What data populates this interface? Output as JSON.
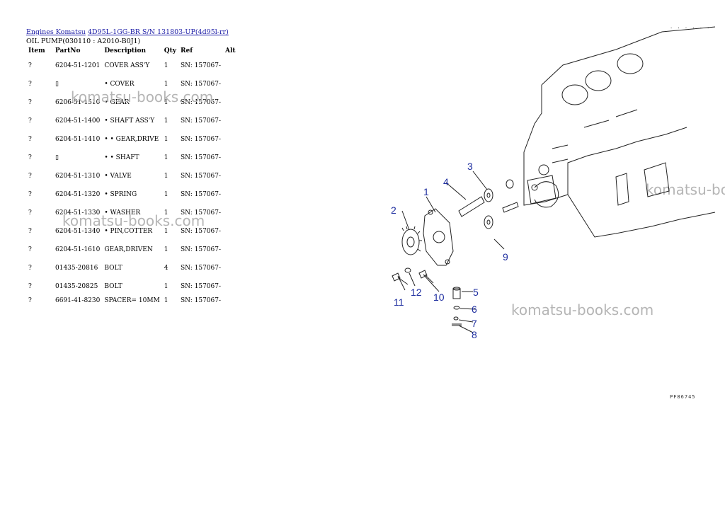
{
  "breadcrumb": {
    "link1": "Engines Komatsu",
    "link2": "4D95L-1GG-BR S/N 131803-UP(4d95l-rr)"
  },
  "subtitle": "OIL PUMP(030110 : A2010-B0J1)",
  "table": {
    "headers": [
      "Item",
      "PartNo",
      "Description",
      "Qty",
      "Ref",
      "Alt"
    ],
    "rows": [
      [
        "?",
        "6204-51-1201",
        "COVER ASS'Y",
        "1",
        "SN: 157067-",
        ""
      ],
      [
        "?",
        "▯",
        "• COVER",
        "1",
        "SN: 157067-",
        ""
      ],
      [
        "?",
        "6206-51-1510",
        "• GEAR",
        "1",
        "SN: 157067-",
        ""
      ],
      [
        "?",
        "6204-51-1400",
        "• SHAFT ASS'Y",
        "1",
        "SN: 157067-",
        ""
      ],
      [
        "?",
        "6204-51-1410",
        "• • GEAR,DRIVE",
        "1",
        "SN: 157067-",
        ""
      ],
      [
        "?",
        "▯",
        "• • SHAFT",
        "1",
        "SN: 157067-",
        ""
      ],
      [
        "?",
        "6204-51-1310",
        "• VALVE",
        "1",
        "SN: 157067-",
        ""
      ],
      [
        "?",
        "6204-51-1320",
        "• SPRING",
        "1",
        "SN: 157067-",
        ""
      ],
      [
        "?",
        "6204-51-1330",
        "• WASHER",
        "1",
        "SN: 157067-",
        ""
      ],
      [
        "?",
        "6204-51-1340",
        "• PIN,COTTER",
        "1",
        "SN: 157067-",
        ""
      ],
      [
        "?",
        "6204-51-1610",
        "GEAR,DRIVEN",
        "1",
        "SN: 157067-",
        ""
      ],
      [
        "?",
        "01435-20816",
        "BOLT",
        "4",
        "SN: 157067-",
        ""
      ],
      [
        "?",
        "01435-20825",
        "BOLT",
        "1",
        "SN: 157067-",
        ""
      ],
      [
        "?",
        "6691-41-8230",
        "SPACER= 10MM",
        "1",
        "SN: 157067-",
        ""
      ]
    ]
  },
  "watermark": "komatsu-books.com",
  "diagram": {
    "callouts": [
      "1",
      "2",
      "3",
      "4",
      "5",
      "6",
      "7",
      "8",
      "9",
      "10",
      "11",
      "12"
    ],
    "code_top": "· · · · · ·",
    "code_bottom": "PF86745",
    "callout_color": "#1f2fa0"
  }
}
